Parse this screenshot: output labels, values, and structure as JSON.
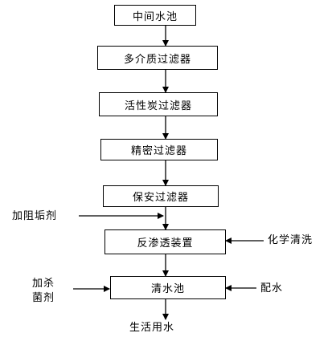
{
  "process_boxes": [
    {
      "label": "中间水池"
    },
    {
      "label": "多介质过滤器"
    },
    {
      "label": "活性炭过滤器"
    },
    {
      "label": "精密过滤器"
    },
    {
      "label": "保安过滤器"
    },
    {
      "label": "反渗透装置"
    },
    {
      "label": "清水池"
    }
  ],
  "inputs": {
    "antiscalant": "加阻垢剂",
    "chemical_cleaning": "化学清洗",
    "disinfectant_line1": "加杀",
    "disinfectant_line2": "菌剂",
    "mix_water": "配水"
  },
  "output": {
    "label": "生活用水"
  }
}
